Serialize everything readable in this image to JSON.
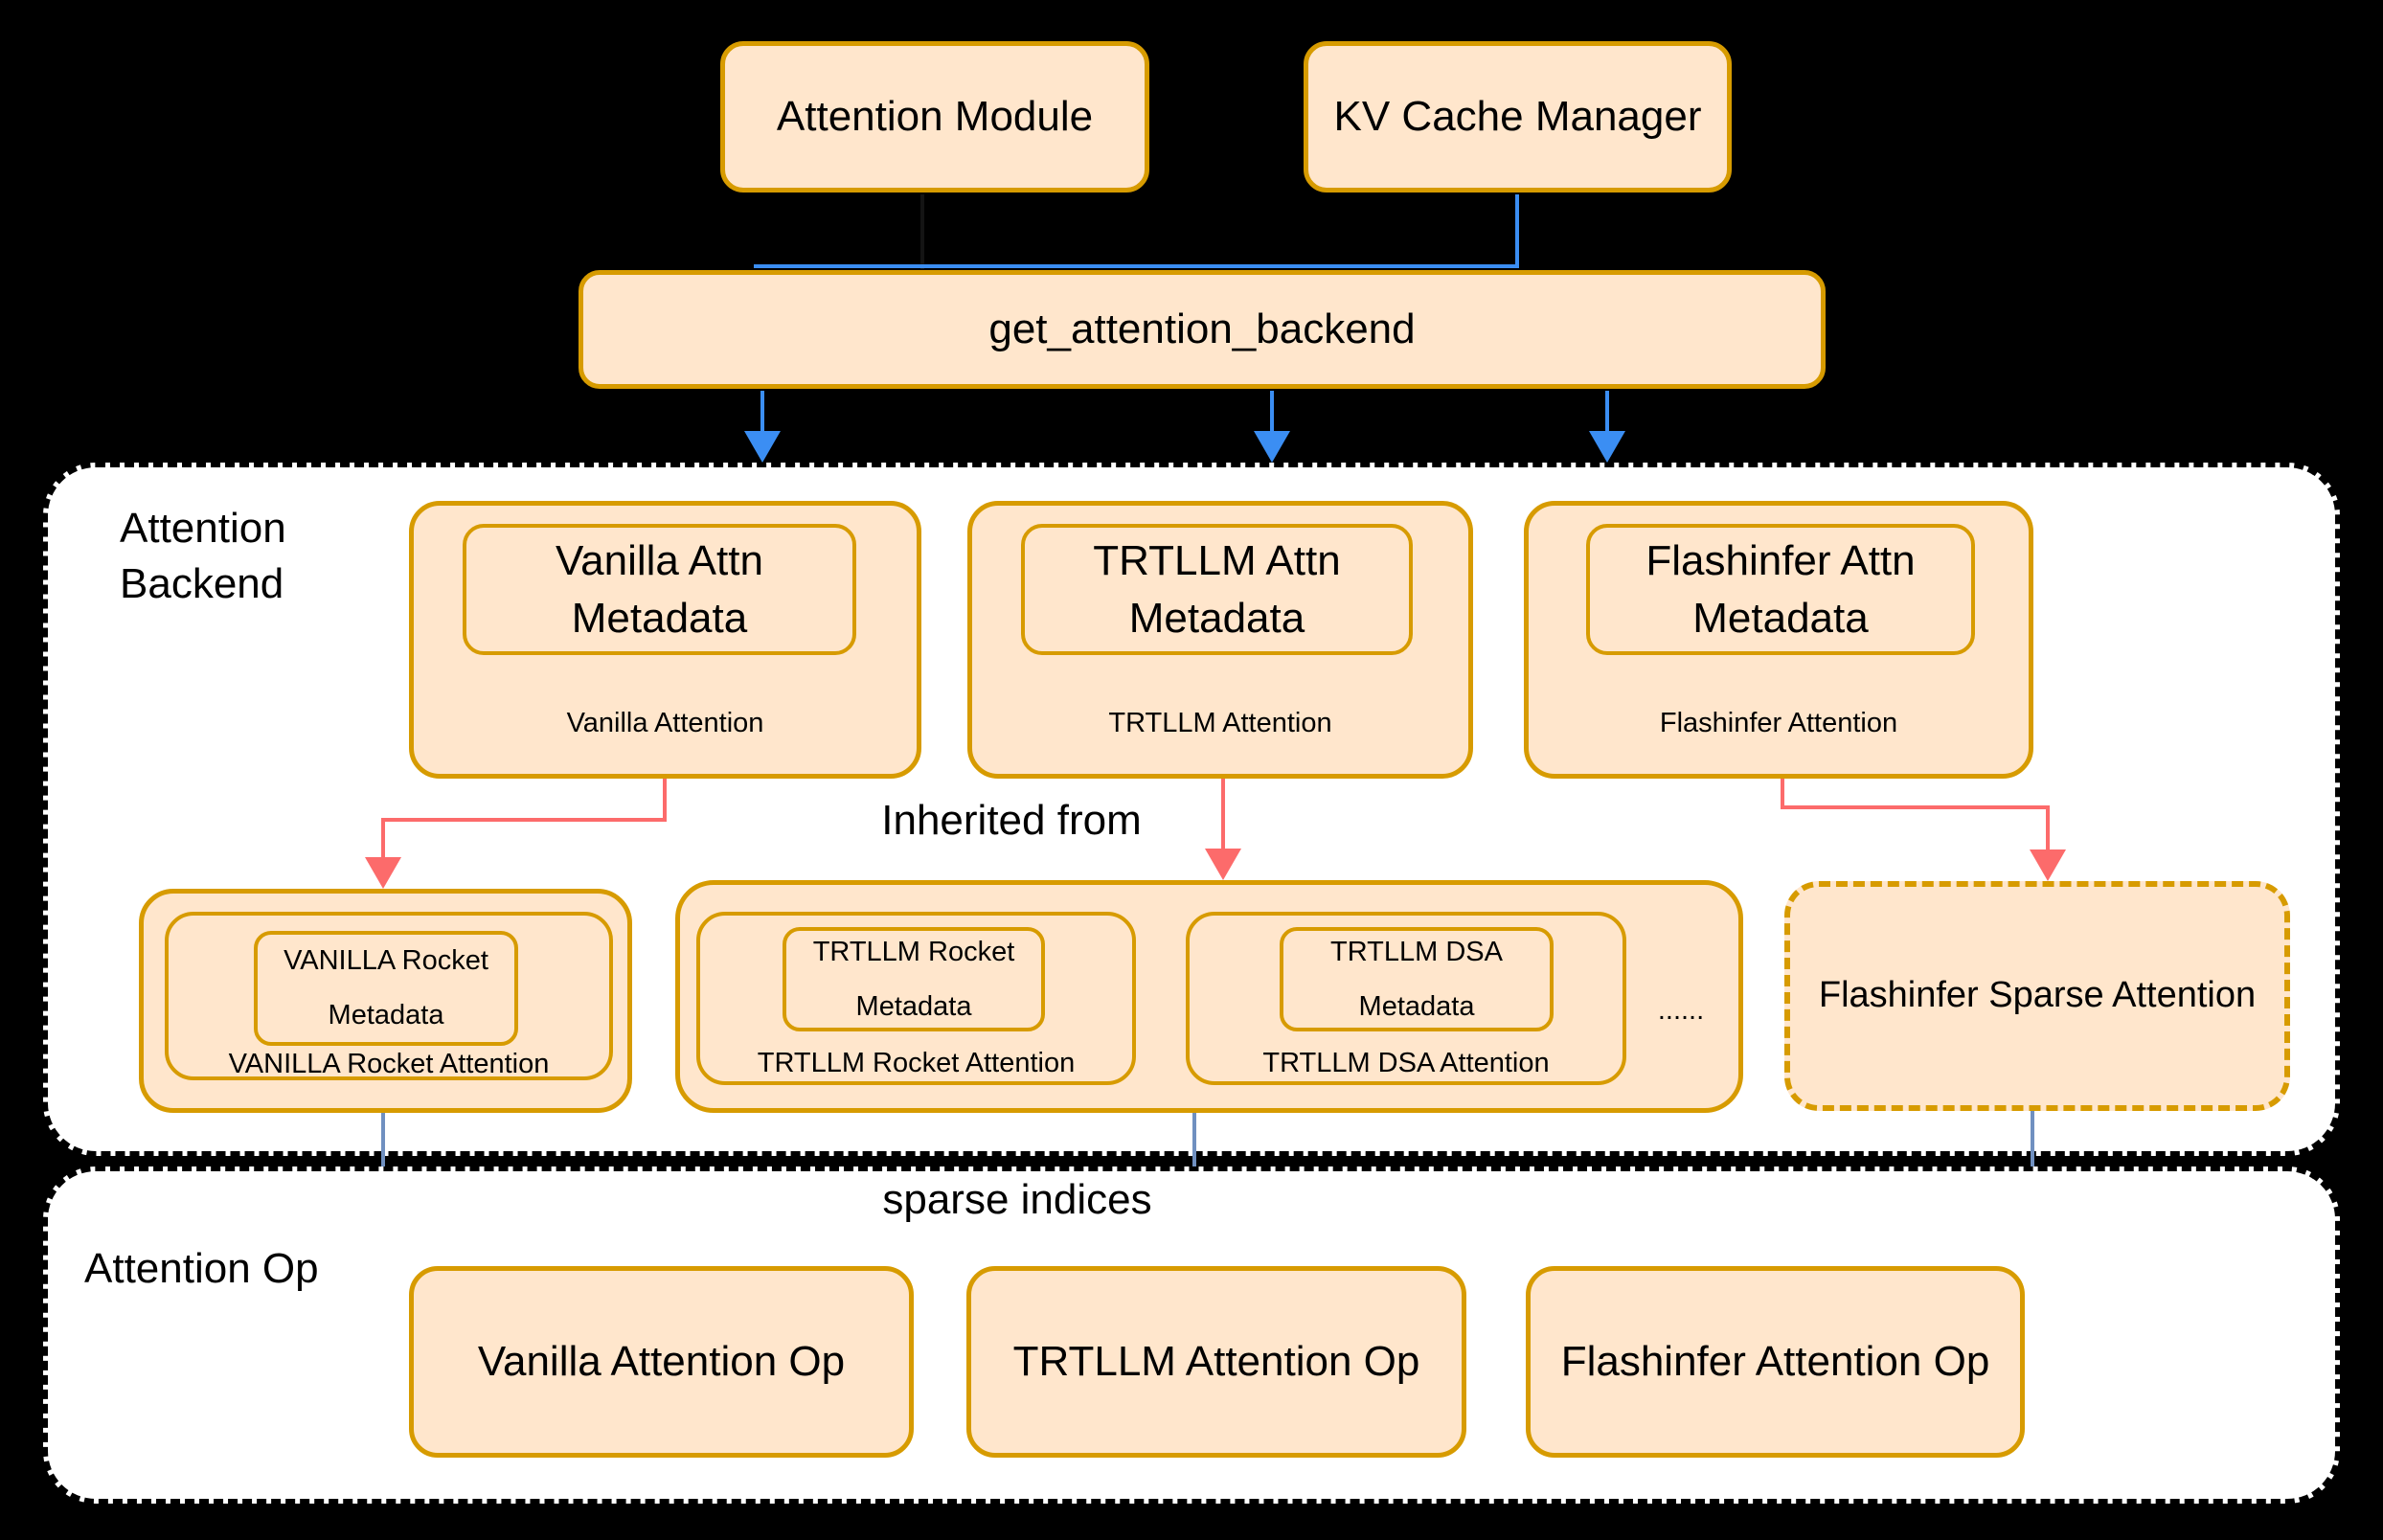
{
  "top": {
    "attention_module": "Attention Module",
    "kv_cache_manager": "KV Cache Manager",
    "get_attention_backend": "get_attention_backend"
  },
  "backend_section": {
    "label_line1": "Attention",
    "label_line2": "Backend",
    "inherited_from": "Inherited from",
    "vanilla": {
      "metadata_line1": "Vanilla Attn",
      "metadata_line2": "Metadata",
      "label": "Vanilla Attention"
    },
    "trtllm": {
      "metadata_line1": "TRTLLM Attn",
      "metadata_line2": "Metadata",
      "label": "TRTLLM Attention"
    },
    "flashinfer": {
      "metadata_line1": "Flashinfer Attn",
      "metadata_line2": "Metadata",
      "label": "Flashinfer Attention"
    },
    "vanilla_rocket": {
      "metadata_line1": "VANILLA Rocket",
      "metadata_line2": "Metadata",
      "label": "VANILLA Rocket Attention"
    },
    "trtllm_rocket": {
      "metadata_line1": "TRTLLM Rocket",
      "metadata_line2": "Metadata",
      "label": "TRTLLM Rocket Attention"
    },
    "trtllm_dsa": {
      "metadata_line1": "TRTLLM DSA",
      "metadata_line2": "Metadata",
      "label": "TRTLLM DSA Attention"
    },
    "ellipsis": "......",
    "flashinfer_sparse": "Flashinfer Sparse Attention"
  },
  "op_section": {
    "label": "Attention Op",
    "sparse_indices": "sparse indices",
    "vanilla_op": "Vanilla Attention Op",
    "trtllm_op": "TRTLLM Attention Op",
    "flashinfer_op": "Flashinfer Attention Op"
  },
  "colors": {
    "box_fill": "#FFE6CC",
    "box_stroke": "#D79B00",
    "arrow_blue": "#3B8EF3",
    "arrow_red": "#FC6B6B",
    "arrow_steel": "#7090C0",
    "section_bg": "#FFFFFF",
    "background": "#000000"
  }
}
